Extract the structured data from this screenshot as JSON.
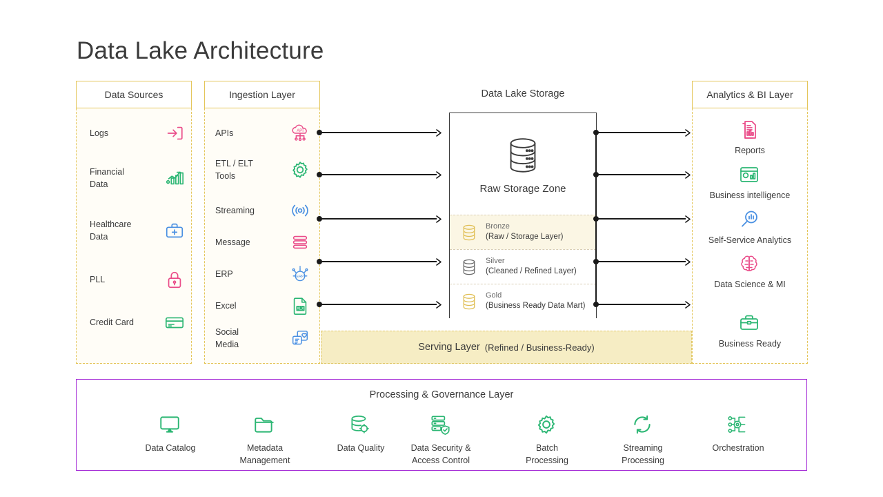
{
  "title": "Data Lake Architecture",
  "colors": {
    "gold_border": "#e4c65a",
    "gold_band": "#f6edc4",
    "purple_border": "#a42bd6",
    "bronze_row": "#fbf6e4",
    "pink": "#ea4c89",
    "green": "#2bb673",
    "blue": "#4a90e2",
    "text": "#3b3b3b"
  },
  "columns": {
    "data_sources": {
      "header": "Data Sources",
      "items": [
        {
          "label": "Logs",
          "icon": "login-arrow-icon",
          "color": "#ea4c89"
        },
        {
          "label": "Financial\nData",
          "icon": "bar-chart-growth-icon",
          "color": "#2bb673"
        },
        {
          "label": "Healthcare\nData",
          "icon": "medical-kit-icon",
          "color": "#4a90e2"
        },
        {
          "label": "PLL",
          "icon": "lock-icon",
          "color": "#ea4c89"
        },
        {
          "label": "Credit Card",
          "icon": "credit-card-icon",
          "color": "#2bb673"
        }
      ]
    },
    "ingestion_layer": {
      "header": "Ingestion Layer",
      "items": [
        {
          "label": "APIs",
          "icon": "api-cloud-icon",
          "color": "#ea4c89"
        },
        {
          "label": "ETL / ELT\nTools",
          "icon": "gear-icon",
          "color": "#2bb673"
        },
        {
          "label": "Streaming",
          "icon": "broadcast-signal-icon",
          "color": "#4a90e2"
        },
        {
          "label": "Message",
          "icon": "message-stack-icon",
          "color": "#ea4c89"
        },
        {
          "label": "ERP",
          "icon": "erp-gear-icon",
          "color": "#4a90e2"
        },
        {
          "label": "Excel",
          "icon": "excel-file-icon",
          "color": "#2bb673"
        },
        {
          "label": "Social\nMedia",
          "icon": "social-media-icon",
          "color": "#4a90e2"
        }
      ]
    },
    "data_lake_storage": {
      "header": "Data Lake Storage",
      "raw_zone_label": "Raw Storage Zone",
      "raw_zone_icon": "database-stack-icon",
      "zones": [
        {
          "name": "Bronze",
          "sub": "(Raw / Storage Layer)",
          "icon": "database-icon",
          "accent": "#e0bf55",
          "highlight": true
        },
        {
          "name": "Silver",
          "sub": "(Cleaned / Refined Layer)",
          "icon": "database-icon",
          "accent": "#6b6b6b",
          "highlight": false
        },
        {
          "name": "Gold",
          "sub": "(Business Ready Data Mart)",
          "icon": "database-icon",
          "accent": "#e0bf55",
          "highlight": false
        }
      ]
    },
    "analytics_bi": {
      "header": "Analytics &  BI Layer",
      "items": [
        {
          "label": "Reports",
          "icon": "report-document-icon",
          "color": "#ea4c89"
        },
        {
          "label": "Business intelligence",
          "icon": "dashboard-window-icon",
          "color": "#2bb673"
        },
        {
          "label": "Self-Service Analytics",
          "icon": "magnifier-chart-icon",
          "color": "#4a90e2"
        },
        {
          "label": "Data Science & MI",
          "icon": "brain-icon",
          "color": "#ea4c89"
        },
        {
          "label": "Business Ready",
          "icon": "briefcase-icon",
          "color": "#2bb673"
        }
      ]
    }
  },
  "serving_layer": {
    "title": "Serving Layer",
    "subtitle": "(Refined / Business-Ready)"
  },
  "governance_layer": {
    "title": "Processing & Governance Layer",
    "items": [
      {
        "label": "Data Catalog",
        "icon": "monitor-icon",
        "color": "#2bb673"
      },
      {
        "label": "Metadata\nManagement",
        "icon": "folder-icon",
        "color": "#2bb673"
      },
      {
        "label": "Data Quality",
        "icon": "database-gear-icon",
        "color": "#2bb673"
      },
      {
        "label": "Data Security &\nAccess Control",
        "icon": "database-shield-icon",
        "color": "#2bb673"
      },
      {
        "label": "Batch\nProcessing",
        "icon": "gear-icon",
        "color": "#2bb673"
      },
      {
        "label": "Streaming\nProcessing",
        "icon": "refresh-cycle-icon",
        "color": "#2bb673"
      },
      {
        "label": "Orchestration",
        "icon": "orchestration-nodes-icon",
        "color": "#2bb673"
      }
    ]
  },
  "connectors": {
    "left_arrows_count": 5,
    "right_arrows_count": 5,
    "arrow_style": "dot-to-chevron"
  }
}
